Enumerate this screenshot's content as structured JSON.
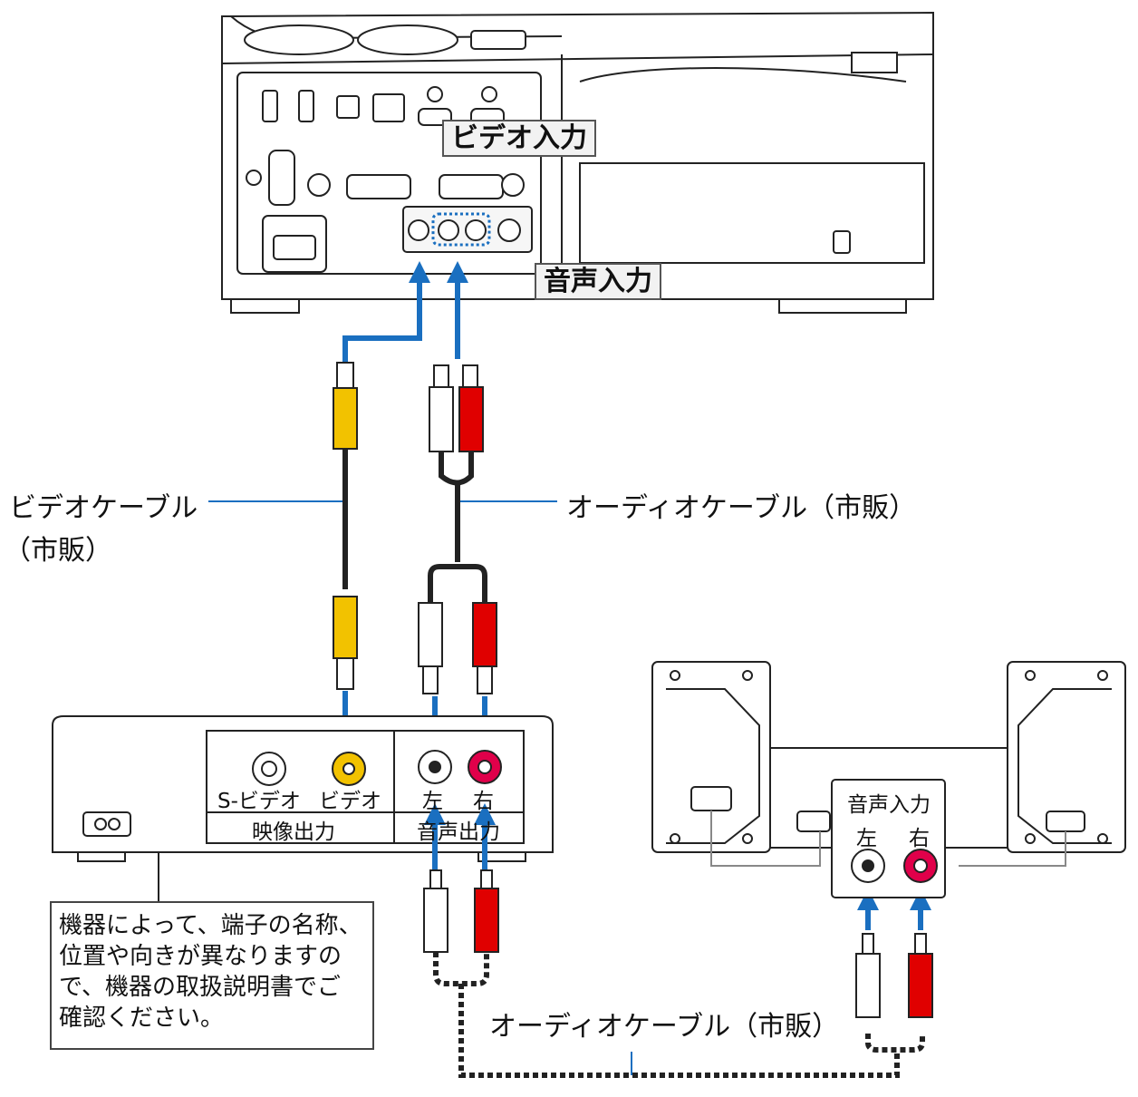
{
  "callouts": {
    "video_input": "ビデオ入力",
    "audio_input": "音声入力"
  },
  "cables": {
    "video_cable_line1": "ビデオケーブル",
    "video_cable_line2": "（市販）",
    "audio_cable_upper": "オーディオケーブル（市販）",
    "audio_cable_lower": "オーディオケーブル（市販）"
  },
  "av_device": {
    "svideo_label": "S-ビデオ",
    "video_label": "ビデオ",
    "left_label": "左",
    "right_label": "右",
    "video_out_group": "映像出力",
    "audio_out_group": "音声出力"
  },
  "speaker": {
    "audio_input_label": "音声入力",
    "left_label": "左",
    "right_label": "右"
  },
  "note": {
    "lines": [
      "機器によって、端子の名称、",
      "位置や向きが異なりますの",
      "で、機器の取扱説明書でご",
      "確認ください。"
    ]
  },
  "colors": {
    "arrow_blue": "#1a6fc0",
    "plug_yellow": "#f2c200",
    "plug_red": "#e00000",
    "plug_white": "#ffffff",
    "cable_black": "#222222"
  }
}
